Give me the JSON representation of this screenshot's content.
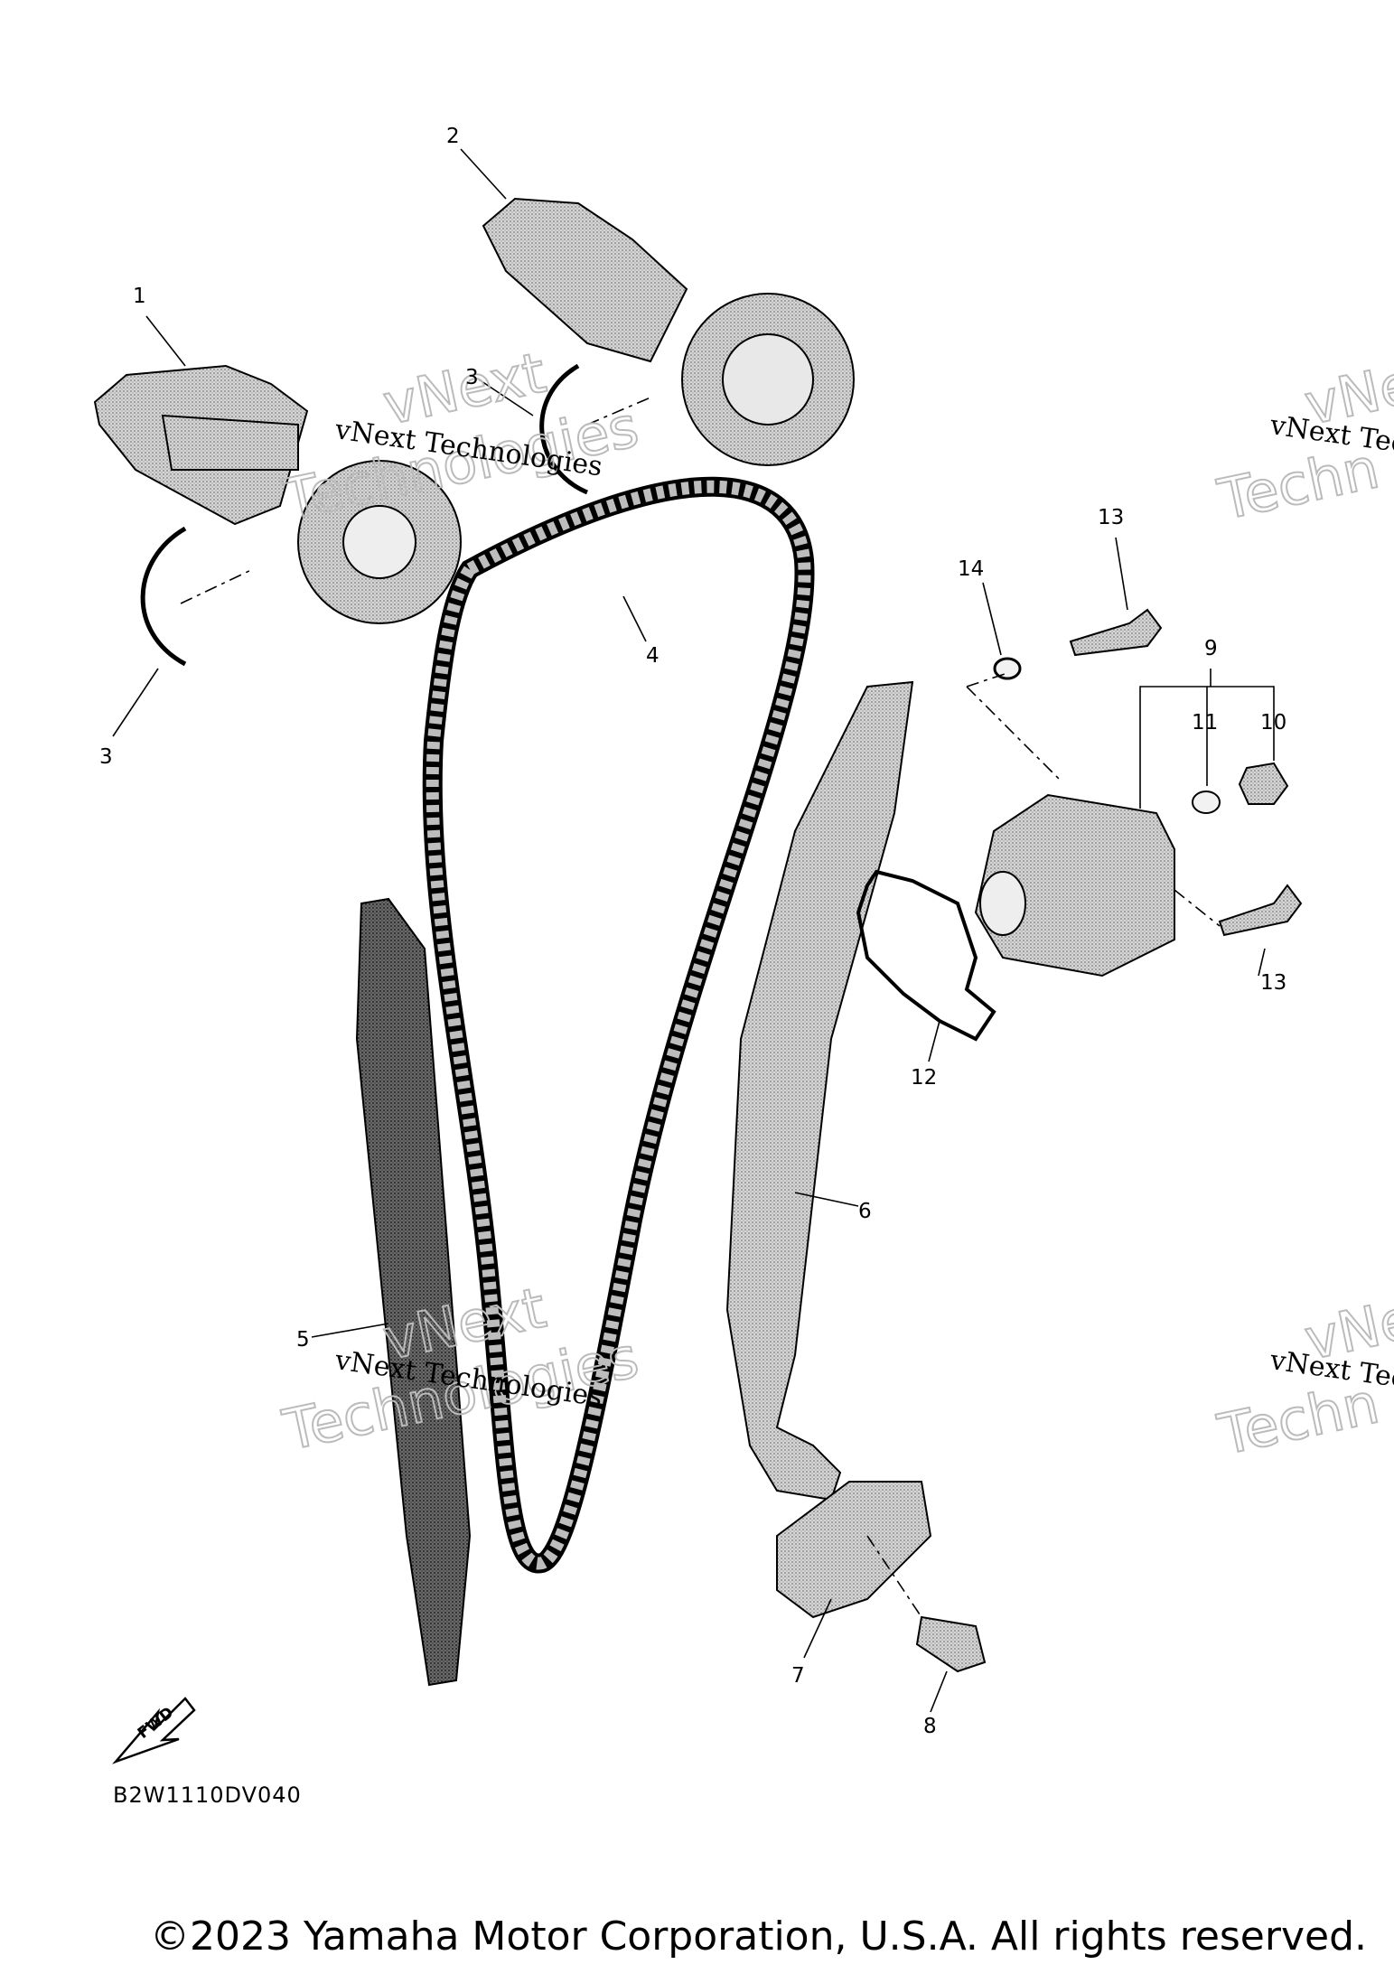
{
  "diagram": {
    "code": "B2W1110DV040",
    "fwd_label": "FWD",
    "callouts": [
      "1",
      "2",
      "3",
      "3",
      "4",
      "5",
      "6",
      "7",
      "8",
      "9",
      "10",
      "11",
      "12",
      "13",
      "13",
      "14"
    ]
  },
  "watermark": {
    "line1": "vNext Technologies",
    "big_top": "vNext",
    "big_bottom": "Technologies",
    "partial_line1": "vNext Tec",
    "partial_big_top": "vNe",
    "partial_big_bottom": "Techn"
  },
  "footer": {
    "copyright": "©2023 Yamaha Motor Corporation, U.S.A. All rights reserved."
  },
  "colors": {
    "ink": "#000000",
    "part_fill": "#b5b5b5",
    "part_dark": "#5a5a5a",
    "watermark": "#bbbbbb"
  }
}
